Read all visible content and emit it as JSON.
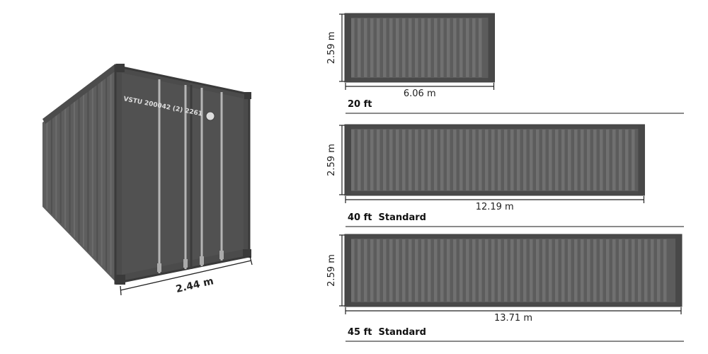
{
  "perspective_container": {
    "width_label": "2.44 m",
    "door_marking": "VSTU 200042 (2) 2261"
  },
  "containers": [
    {
      "name": "20 ft",
      "length_label": "6.06 m",
      "height_label": "2.59 m",
      "length_m": 6.06,
      "height_m": 2.59
    },
    {
      "name": "40 ft  Standard",
      "length_label": "12.19 m",
      "height_label": "2.59 m",
      "length_m": 12.19,
      "height_m": 2.59
    },
    {
      "name": "45 ft  Standard",
      "length_label": "13.71 m",
      "height_label": "2.59 m",
      "length_m": 13.71,
      "height_m": 2.59
    }
  ],
  "colors": {
    "container": "#5a5a5a",
    "rib_dark": "#4a4a4a",
    "rib_light": "#6e6e6e",
    "frame": "#444444",
    "line": "#222222"
  }
}
